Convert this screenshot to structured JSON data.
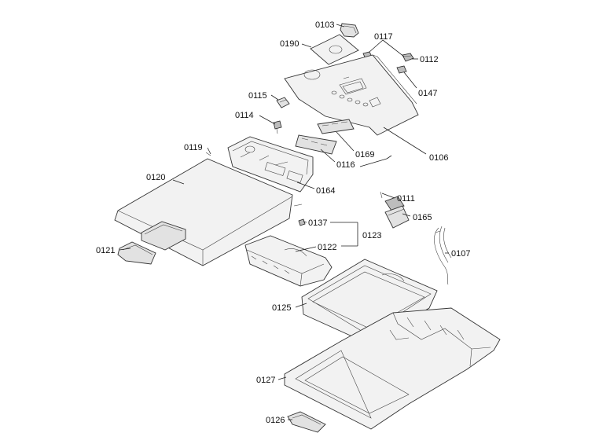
{
  "labels": {
    "p0103": "0103",
    "p0190": "0190",
    "p0117": "0117",
    "p0112": "0112",
    "p0147": "0147",
    "p0115": "0115",
    "p0114": "0114",
    "p0169": "0169",
    "p0116": "0116",
    "p0106": "0106",
    "p0119": "0119",
    "p0164": "0164",
    "p0120": "0120",
    "p0111": "0111",
    "p0165": "0165",
    "p0137": "0137",
    "p0123": "0123",
    "p0122": "0122",
    "p0107": "0107",
    "p0121": "0121",
    "p0125": "0125",
    "p0127": "0127",
    "p0126": "0126"
  }
}
